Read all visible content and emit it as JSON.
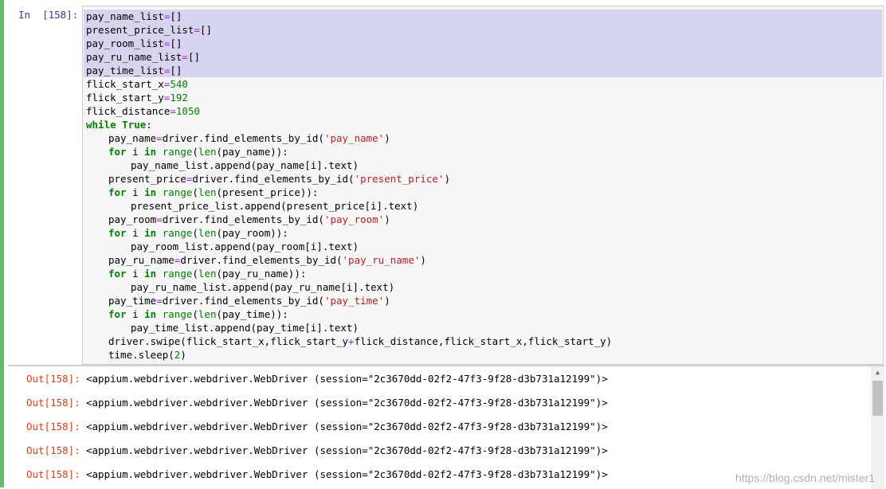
{
  "input_prompt": "In  [158]:",
  "code_lines": [
    {
      "indent": 0,
      "selected": true,
      "tokens": [
        {
          "t": "pay_name_list"
        },
        {
          "t": "=",
          "c": "op"
        },
        {
          "t": "[]"
        }
      ]
    },
    {
      "indent": 0,
      "selected": true,
      "tokens": [
        {
          "t": "present_price_list"
        },
        {
          "t": "=",
          "c": "op"
        },
        {
          "t": "[]"
        }
      ]
    },
    {
      "indent": 0,
      "selected": true,
      "tokens": [
        {
          "t": "pay_room_list"
        },
        {
          "t": "=",
          "c": "op"
        },
        {
          "t": "[]"
        }
      ]
    },
    {
      "indent": 0,
      "selected": true,
      "tokens": [
        {
          "t": "pay_ru_name_list"
        },
        {
          "t": "=",
          "c": "op"
        },
        {
          "t": "[]"
        }
      ]
    },
    {
      "indent": 0,
      "selected": true,
      "tokens": [
        {
          "t": "pay_time_list"
        },
        {
          "t": "=",
          "c": "op"
        },
        {
          "t": "[]"
        }
      ]
    },
    {
      "indent": 0,
      "selected": false,
      "tokens": [
        {
          "t": "flick_start_x"
        },
        {
          "t": "=",
          "c": "op"
        },
        {
          "t": "540",
          "c": "num"
        }
      ]
    },
    {
      "indent": 0,
      "selected": false,
      "tokens": [
        {
          "t": "flick_start_y"
        },
        {
          "t": "=",
          "c": "op"
        },
        {
          "t": "192",
          "c": "num"
        }
      ]
    },
    {
      "indent": 0,
      "selected": false,
      "tokens": [
        {
          "t": "flick_distance"
        },
        {
          "t": "=",
          "c": "op"
        },
        {
          "t": "1050",
          "c": "num"
        }
      ]
    },
    {
      "indent": 0,
      "selected": false,
      "tokens": [
        {
          "t": "while",
          "c": "kw"
        },
        {
          "t": " "
        },
        {
          "t": "True",
          "c": "kw"
        },
        {
          "t": ":"
        }
      ]
    },
    {
      "indent": 4,
      "selected": false,
      "tokens": [
        {
          "t": "pay_name"
        },
        {
          "t": "=",
          "c": "op"
        },
        {
          "t": "driver.find_elements_by_id("
        },
        {
          "t": "'pay_name'",
          "c": "str"
        },
        {
          "t": ")"
        }
      ]
    },
    {
      "indent": 4,
      "selected": false,
      "tokens": [
        {
          "t": "for",
          "c": "kw"
        },
        {
          "t": " i "
        },
        {
          "t": "in",
          "c": "kw"
        },
        {
          "t": " "
        },
        {
          "t": "range",
          "c": "bi"
        },
        {
          "t": "("
        },
        {
          "t": "len",
          "c": "bi"
        },
        {
          "t": "(pay_name)):"
        }
      ]
    },
    {
      "indent": 8,
      "selected": false,
      "tokens": [
        {
          "t": "pay_name_list.append(pay_name[i].text)"
        }
      ]
    },
    {
      "indent": 4,
      "selected": false,
      "tokens": [
        {
          "t": "present_price"
        },
        {
          "t": "=",
          "c": "op"
        },
        {
          "t": "driver.find_elements_by_id("
        },
        {
          "t": "'present_price'",
          "c": "str"
        },
        {
          "t": ")"
        }
      ]
    },
    {
      "indent": 4,
      "selected": false,
      "tokens": [
        {
          "t": "for",
          "c": "kw"
        },
        {
          "t": " i "
        },
        {
          "t": "in",
          "c": "kw"
        },
        {
          "t": " "
        },
        {
          "t": "range",
          "c": "bi"
        },
        {
          "t": "("
        },
        {
          "t": "len",
          "c": "bi"
        },
        {
          "t": "(present_price)):"
        }
      ]
    },
    {
      "indent": 8,
      "selected": false,
      "tokens": [
        {
          "t": "present_price_list.append(present_price[i].text)"
        }
      ]
    },
    {
      "indent": 4,
      "selected": false,
      "tokens": [
        {
          "t": "pay_room"
        },
        {
          "t": "=",
          "c": "op"
        },
        {
          "t": "driver.find_elements_by_id("
        },
        {
          "t": "'pay_room'",
          "c": "str"
        },
        {
          "t": ")"
        }
      ]
    },
    {
      "indent": 4,
      "selected": false,
      "tokens": [
        {
          "t": "for",
          "c": "kw"
        },
        {
          "t": " i "
        },
        {
          "t": "in",
          "c": "kw"
        },
        {
          "t": " "
        },
        {
          "t": "range",
          "c": "bi"
        },
        {
          "t": "("
        },
        {
          "t": "len",
          "c": "bi"
        },
        {
          "t": "(pay_room)):"
        }
      ]
    },
    {
      "indent": 8,
      "selected": false,
      "tokens": [
        {
          "t": "pay_room_list.append(pay_room[i].text)"
        }
      ]
    },
    {
      "indent": 4,
      "selected": false,
      "tokens": [
        {
          "t": "pay_ru_name"
        },
        {
          "t": "=",
          "c": "op"
        },
        {
          "t": "driver.find_elements_by_id("
        },
        {
          "t": "'pay_ru_name'",
          "c": "str"
        },
        {
          "t": ")"
        }
      ]
    },
    {
      "indent": 4,
      "selected": false,
      "tokens": [
        {
          "t": "for",
          "c": "kw"
        },
        {
          "t": " i "
        },
        {
          "t": "in",
          "c": "kw"
        },
        {
          "t": " "
        },
        {
          "t": "range",
          "c": "bi"
        },
        {
          "t": "("
        },
        {
          "t": "len",
          "c": "bi"
        },
        {
          "t": "(pay_ru_name)):"
        }
      ]
    },
    {
      "indent": 8,
      "selected": false,
      "tokens": [
        {
          "t": "pay_ru_name_list.append(pay_ru_name[i].text)"
        }
      ]
    },
    {
      "indent": 4,
      "selected": false,
      "tokens": [
        {
          "t": "pay_time"
        },
        {
          "t": "=",
          "c": "op"
        },
        {
          "t": "driver.find_elements_by_id("
        },
        {
          "t": "'pay_time'",
          "c": "str"
        },
        {
          "t": ")"
        }
      ]
    },
    {
      "indent": 4,
      "selected": false,
      "tokens": [
        {
          "t": "for",
          "c": "kw"
        },
        {
          "t": " i "
        },
        {
          "t": "in",
          "c": "kw"
        },
        {
          "t": " "
        },
        {
          "t": "range",
          "c": "bi"
        },
        {
          "t": "("
        },
        {
          "t": "len",
          "c": "bi"
        },
        {
          "t": "(pay_time)):"
        }
      ]
    },
    {
      "indent": 8,
      "selected": false,
      "tokens": [
        {
          "t": "pay_time_list.append(pay_time[i].text)"
        }
      ]
    },
    {
      "indent": 4,
      "selected": false,
      "tokens": [
        {
          "t": "driver.swipe(flick_start_x,flick_start_y"
        },
        {
          "t": "+",
          "c": "op"
        },
        {
          "t": "flick_distance,flick_start_x,flick_start_y)"
        }
      ]
    },
    {
      "indent": 4,
      "selected": false,
      "tokens": [
        {
          "t": "time.sleep("
        },
        {
          "t": "2",
          "c": "num"
        },
        {
          "t": ")"
        }
      ]
    }
  ],
  "outputs": [
    {
      "prompt": "Out[158]:",
      "text": "<appium.webdriver.webdriver.WebDriver (session=\"2c3670dd-02f2-47f3-9f28-d3b731a12199\")>"
    },
    {
      "prompt": "Out[158]:",
      "text": "<appium.webdriver.webdriver.WebDriver (session=\"2c3670dd-02f2-47f3-9f28-d3b731a12199\")>"
    },
    {
      "prompt": "Out[158]:",
      "text": "<appium.webdriver.webdriver.WebDriver (session=\"2c3670dd-02f2-47f3-9f28-d3b731a12199\")>"
    },
    {
      "prompt": "Out[158]:",
      "text": "<appium.webdriver.webdriver.WebDriver (session=\"2c3670dd-02f2-47f3-9f28-d3b731a12199\")>"
    },
    {
      "prompt": "Out[158]:",
      "text": "<appium.webdriver.webdriver.WebDriver (session=\"2c3670dd-02f2-47f3-9f28-d3b731a12199\")>"
    }
  ],
  "watermark": "https://blog.csdn.net/mister1",
  "colors": {
    "cell_border": "#66bb6a",
    "selection": "#d7d4f0",
    "keyword": "#008000",
    "string": "#ba2121",
    "operator": "#aa22ff",
    "input_prompt": "#303f9f",
    "output_prompt": "#d84315"
  }
}
